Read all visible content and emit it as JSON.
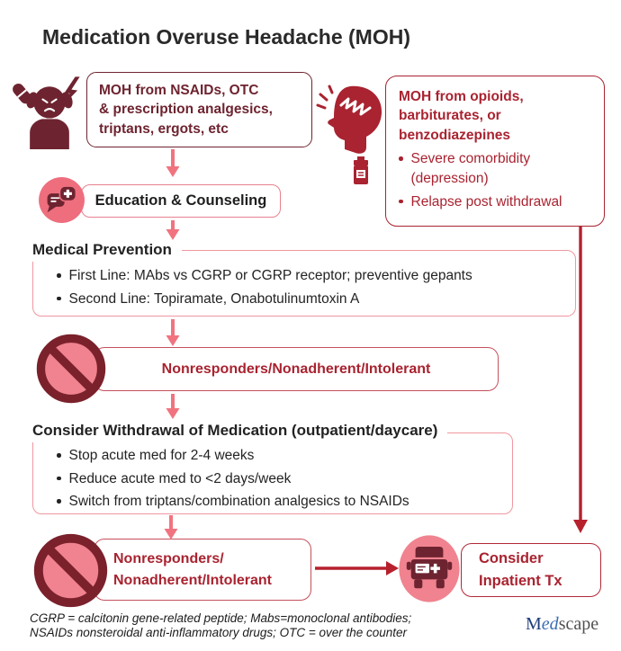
{
  "title": "Medication Overuse Headache (MOH)",
  "flow": {
    "nsaids_box": {
      "text": "MOH from NSAIDs, OTC\n& prescription analgesics,\ntriptans, ergots, etc"
    },
    "opioids_box": {
      "heading": "MOH from opioids,\nbarbiturates, or\nbenzodiazepines",
      "bullet1": "Severe comorbidity (depression)",
      "bullet2": "Relapse post withdrawal"
    },
    "education_box": {
      "label": "Education & Counseling"
    },
    "medical_prevention": {
      "heading": "Medical Prevention",
      "bullet1": "First Line: MAbs vs CGRP or CGRP receptor; preventive gepants",
      "bullet2": "Second Line: Topiramate, Onabotulinumtoxin A"
    },
    "nonresponders_mid": {
      "label": "Nonresponders/Nonadherent/Intolerant"
    },
    "withdrawal_box": {
      "heading": "Consider Withdrawal of Medication (outpatient/daycare)",
      "bullet1": "Stop acute med for 2-4 weeks",
      "bullet2": "Reduce acute med to <2 days/week",
      "bullet3": "Switch from triptans/combination analgesics to NSAIDs"
    },
    "nonresponders_bottom": {
      "label": "Nonresponders/\nNonadherent/Intolerant"
    },
    "inpatient_box": {
      "label": "Consider\nInpatient Tx"
    }
  },
  "footnote": "CGRP = calcitonin gene-related peptide; Mabs=monoclonal antibodies;\nNSAIDs nonsteroidal anti-inflammatory drugs; OTC = over the counter",
  "logo": {
    "m": "M",
    "ed": "ed",
    "scape": "scape"
  },
  "colors": {
    "dark_maroon": "#6e2430",
    "crimson": "#a92330",
    "arrow_pink": "#f0737f",
    "arrow_red": "#b7202d",
    "light_box_border": "#ef97a0",
    "nonresponder_border": "#c5505c",
    "pink_icon_fill": "#ee7380",
    "text_black": "#232323"
  }
}
